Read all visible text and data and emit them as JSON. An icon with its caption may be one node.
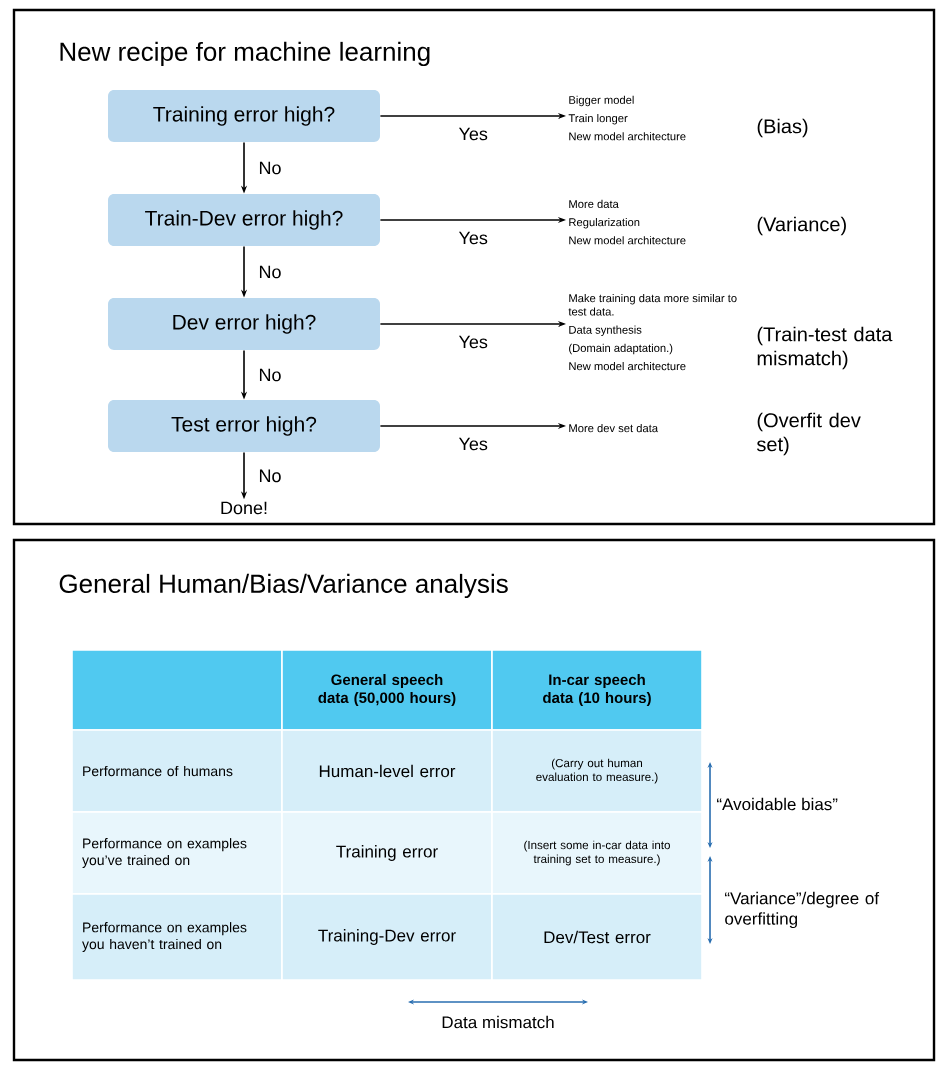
{
  "diagram": {
    "title": "New recipe for machine learning",
    "nodes": [
      {
        "text": [
          "Training error high?"
        ]
      },
      {
        "text": [
          "Train-Dev error high?"
        ]
      },
      {
        "text": [
          "Dev error high?"
        ]
      },
      {
        "text": [
          "Test error high?"
        ]
      },
      {
        "text": [
          "Done!"
        ]
      },
      {
        "text": [
          "Bigger model",
          "Train longer",
          "New model architecture"
        ]
      },
      {
        "text": [
          "More data",
          "Regularization",
          "New model architecture"
        ]
      },
      {
        "text": [
          "Make training data more similar to test data.",
          "Data synthesis",
          "(Domain adaptation.)",
          "New model architecture"
        ]
      },
      {
        "text": [
          "More dev set data"
        ]
      }
    ],
    "edges": [
      {
        "from": 0,
        "to": 1,
        "arrow": "to",
        "label": "No"
      },
      {
        "from": 1,
        "to": 2,
        "arrow": "to",
        "label": "No"
      },
      {
        "from": 2,
        "to": 3,
        "arrow": "to",
        "label": "No"
      },
      {
        "from": 3,
        "to": 4,
        "arrow": "to",
        "label": "No"
      },
      {
        "from": 0,
        "to": 5,
        "arrow": "to",
        "label": "Yes"
      },
      {
        "from": 1,
        "to": 6,
        "arrow": "to",
        "label": "Yes"
      },
      {
        "from": 2,
        "to": 7,
        "arrow": "to",
        "label": "Yes"
      },
      {
        "from": 3,
        "to": 8,
        "arrow": "to",
        "label": "Yes"
      }
    ],
    "labels": [
      "(Bias)",
      "(Variance)",
      "(Train-test data mismatch)",
      "(Overfit dev set)",
      "General Human/Bias/Variance analysis",
      "General speech data (50,000 hours)",
      "In-car speech data (10 hours)",
      "Performance of humans",
      "Human-level error",
      "(Carry out human evaluation to measure.)",
      "Performance on examples you’ve trained on",
      "Training error",
      "(Insert some in-car data into training set to measure.)",
      "Performance on examples you haven’t trained on",
      "Training-Dev error",
      "Dev/Test error",
      "“Avoidable bias”",
      "“Variance”/degree of overfitting",
      "Data mismatch"
    ]
  }
}
